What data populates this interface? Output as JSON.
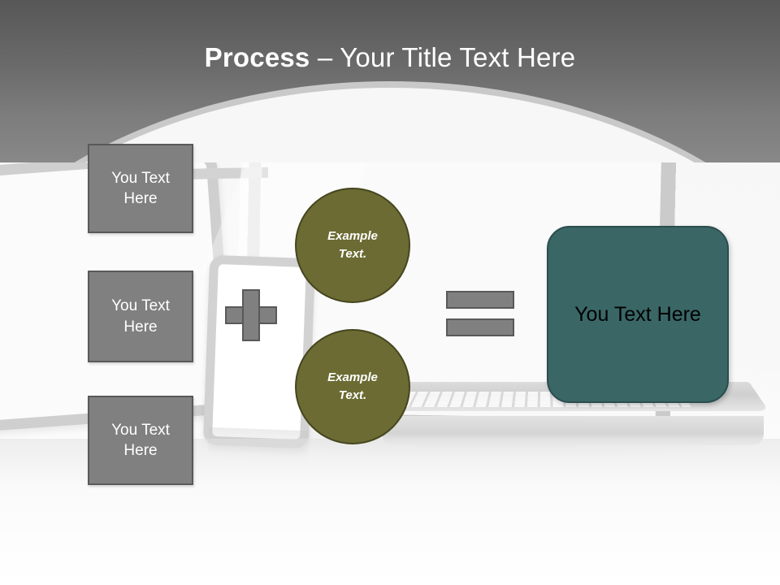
{
  "slide": {
    "title_bold": "Process",
    "title_separator": " – ",
    "title_light": "Your Title Text Here",
    "colors": {
      "header_gradient_top": "#575757",
      "header_gradient_bottom": "#888888",
      "text_box_fill": "#808080",
      "text_box_border": "#595959",
      "circle_fill": "#6b6b33",
      "circle_border": "#46461f",
      "result_fill": "#3a6666",
      "result_border": "#2b4d4d",
      "title_text": "#ffffff",
      "background": "#f7f7f7"
    }
  },
  "inputs": [
    {
      "label": "You Text Here"
    },
    {
      "label": "You Text Here"
    },
    {
      "label": "You Text Here"
    }
  ],
  "operators": {
    "plus": "plus-sign",
    "equals": "equals-sign"
  },
  "circles": [
    {
      "line1": "Example",
      "line2": "Text."
    },
    {
      "line1": "Example",
      "line2": "Text."
    }
  ],
  "result": {
    "label": "You Text Here"
  },
  "artwork": {
    "tablet": "tablet-device",
    "phone": "smartphone-device",
    "laptop": "laptop-device"
  }
}
